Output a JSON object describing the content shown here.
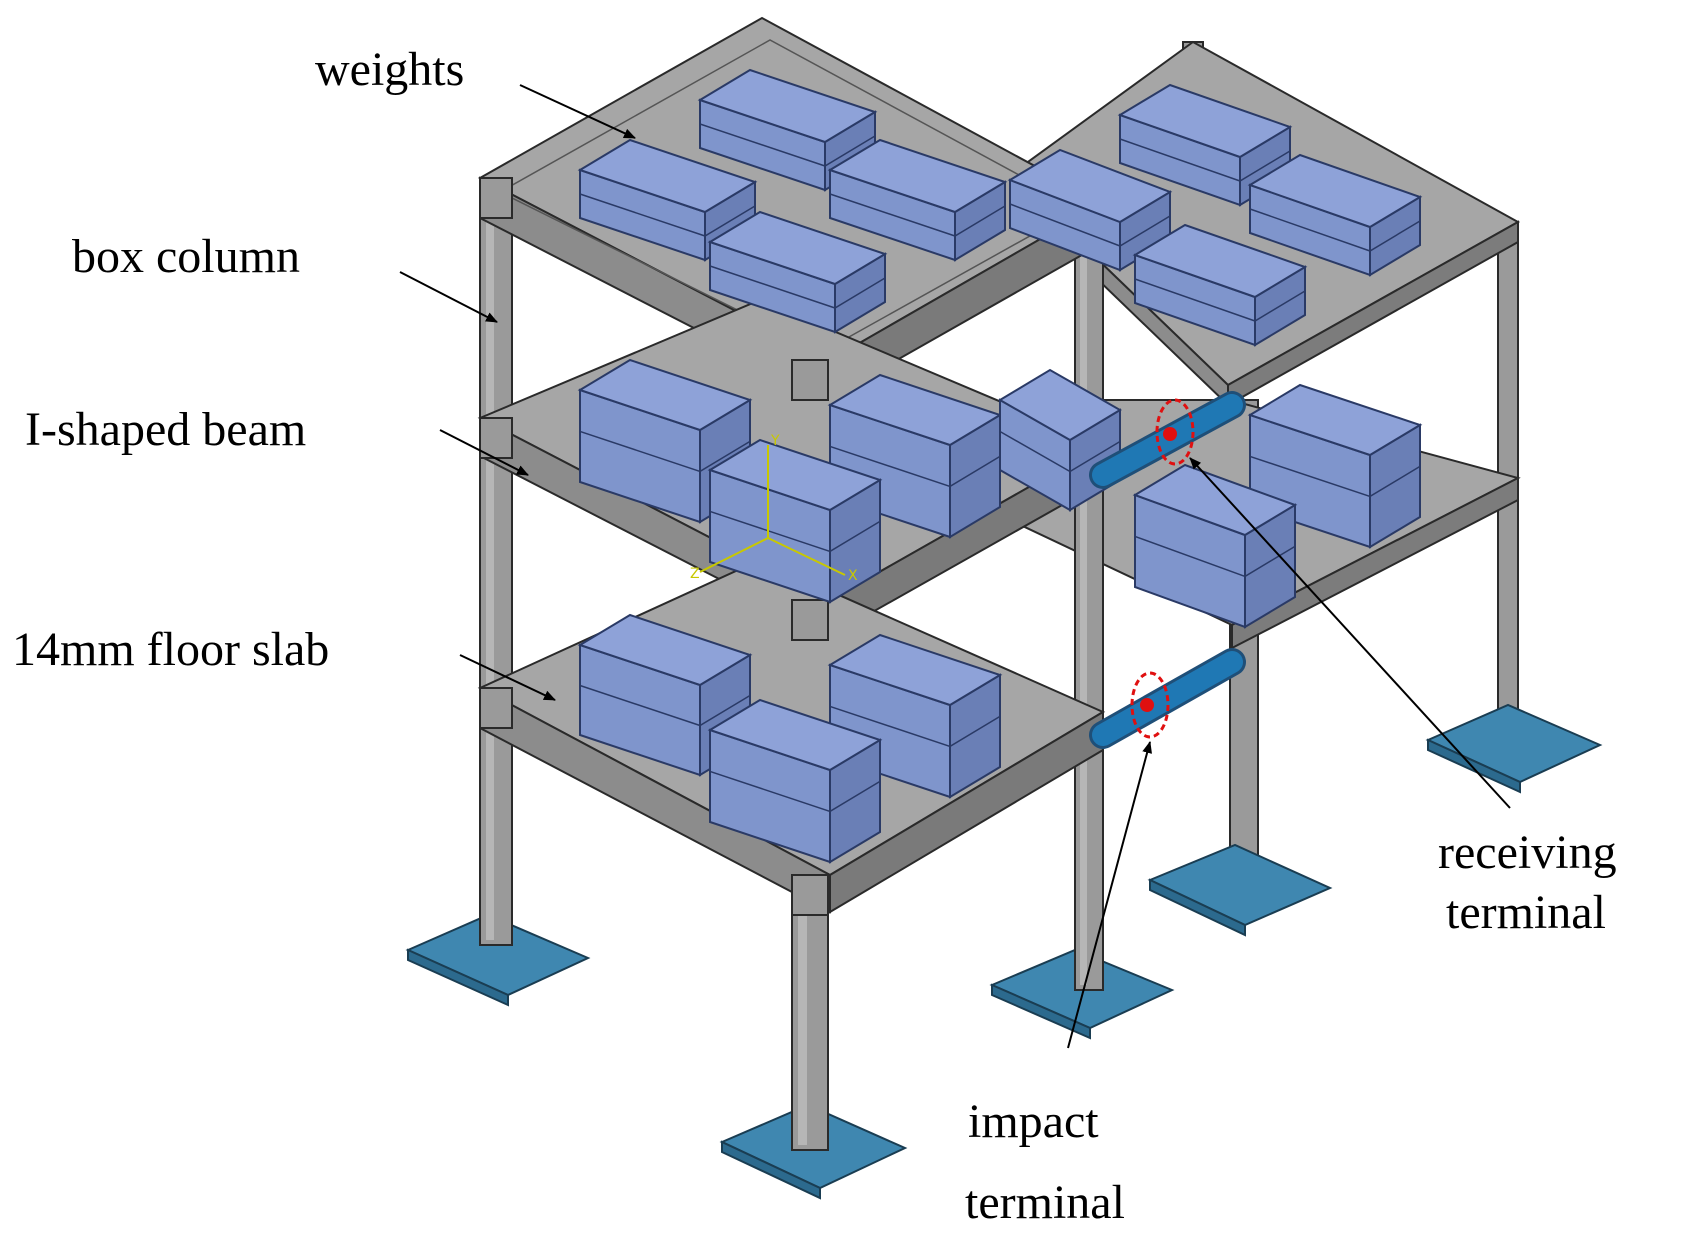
{
  "labels": {
    "weights": "weights",
    "box_column": "box column",
    "beam": "I-shaped beam",
    "slab": "14mm floor slab",
    "receiving_line1": "receiving",
    "receiving_line2": "terminal",
    "impact_line1": "impact",
    "impact_line2": "terminal"
  },
  "axes": {
    "x": "X",
    "y": "Y",
    "z": "Z"
  },
  "colors": {
    "background": "#ffffff",
    "column": "#9a9a9a",
    "slab": "#a6a6a6",
    "weight": "#7f95cc",
    "base_plate": "#3f87b0",
    "pipe": "#1f78b4",
    "marker": "#e01010",
    "triad": "#c8c800"
  }
}
